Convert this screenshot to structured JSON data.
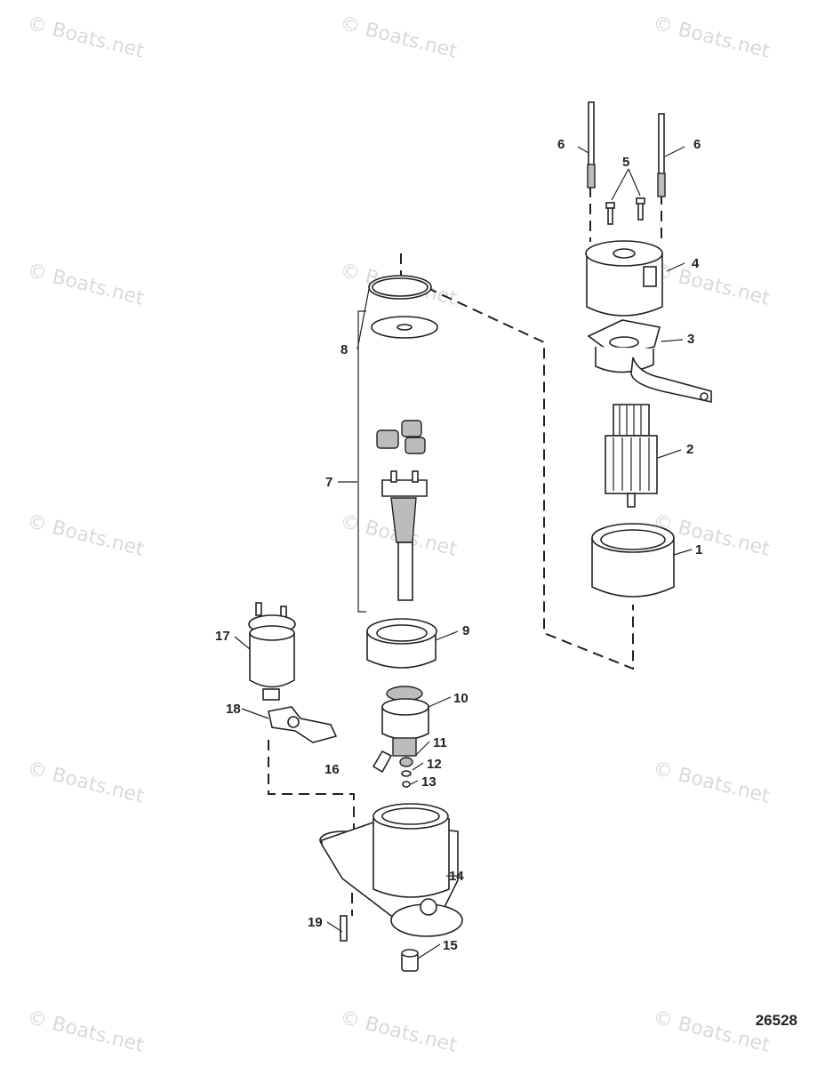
{
  "watermark_text": "© Boats.net",
  "drawing_number": "26528",
  "callouts": {
    "p1": "1",
    "p2": "2",
    "p3": "3",
    "p4": "4",
    "p5": "5",
    "p6a": "6",
    "p6b": "6",
    "p7": "7",
    "p8": "8",
    "p9": "9",
    "p10": "10",
    "p11": "11",
    "p12": "12",
    "p13": "13",
    "p14": "14",
    "p15": "15",
    "p16": "16",
    "p17": "17",
    "p18": "18",
    "p19": "19"
  }
}
